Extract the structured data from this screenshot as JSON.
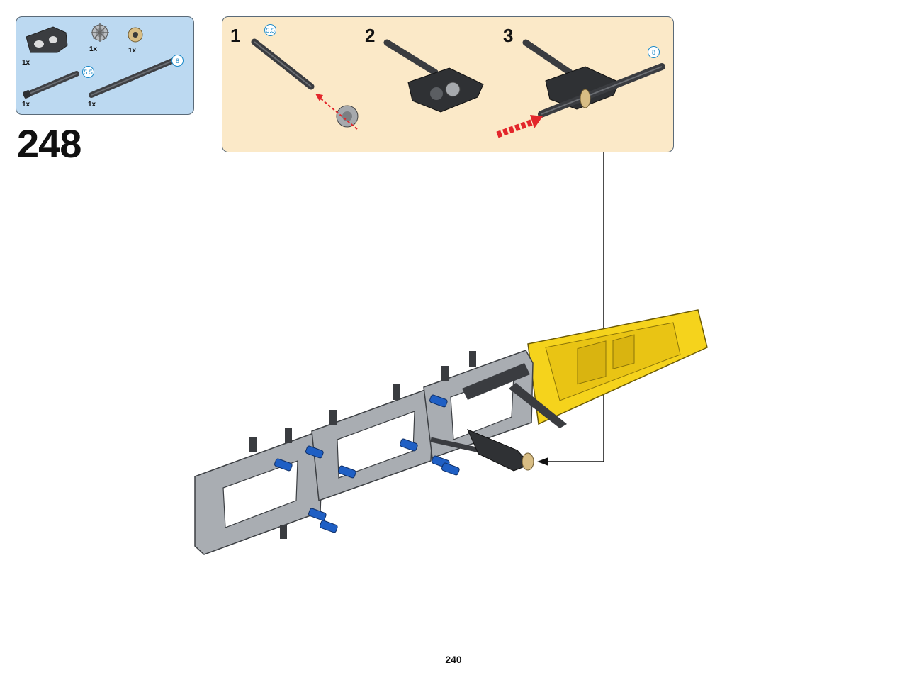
{
  "parts_list": {
    "items": [
      {
        "qty": "1x",
        "icon": "dark-grey-axle-connector-icon"
      },
      {
        "qty": "1x",
        "icon": "light-grey-gear-icon"
      },
      {
        "qty": "1x",
        "icon": "tan-gear-icon"
      },
      {
        "qty": "1x",
        "icon": "dark-grey-axle-length-5-5-icon",
        "length": "5.5"
      },
      {
        "qty": "1x",
        "icon": "dark-grey-axle-length-8-icon",
        "length": "8"
      }
    ]
  },
  "step": {
    "number": "248"
  },
  "callout": {
    "substeps": [
      {
        "number": "1",
        "length": "5.5"
      },
      {
        "number": "2"
      },
      {
        "number": "3",
        "length": "8"
      }
    ]
  },
  "colors": {
    "parts_bg": "#bcd9f1",
    "callout_bg": "#fbe9c8",
    "badge": "#1b8ac9",
    "frame_grey": "#a9adb2",
    "pin_blue": "#1f5fc4",
    "panel_yellow": "#f5d31c",
    "arrow_red": "#e3262b"
  },
  "page": {
    "number": "240"
  }
}
